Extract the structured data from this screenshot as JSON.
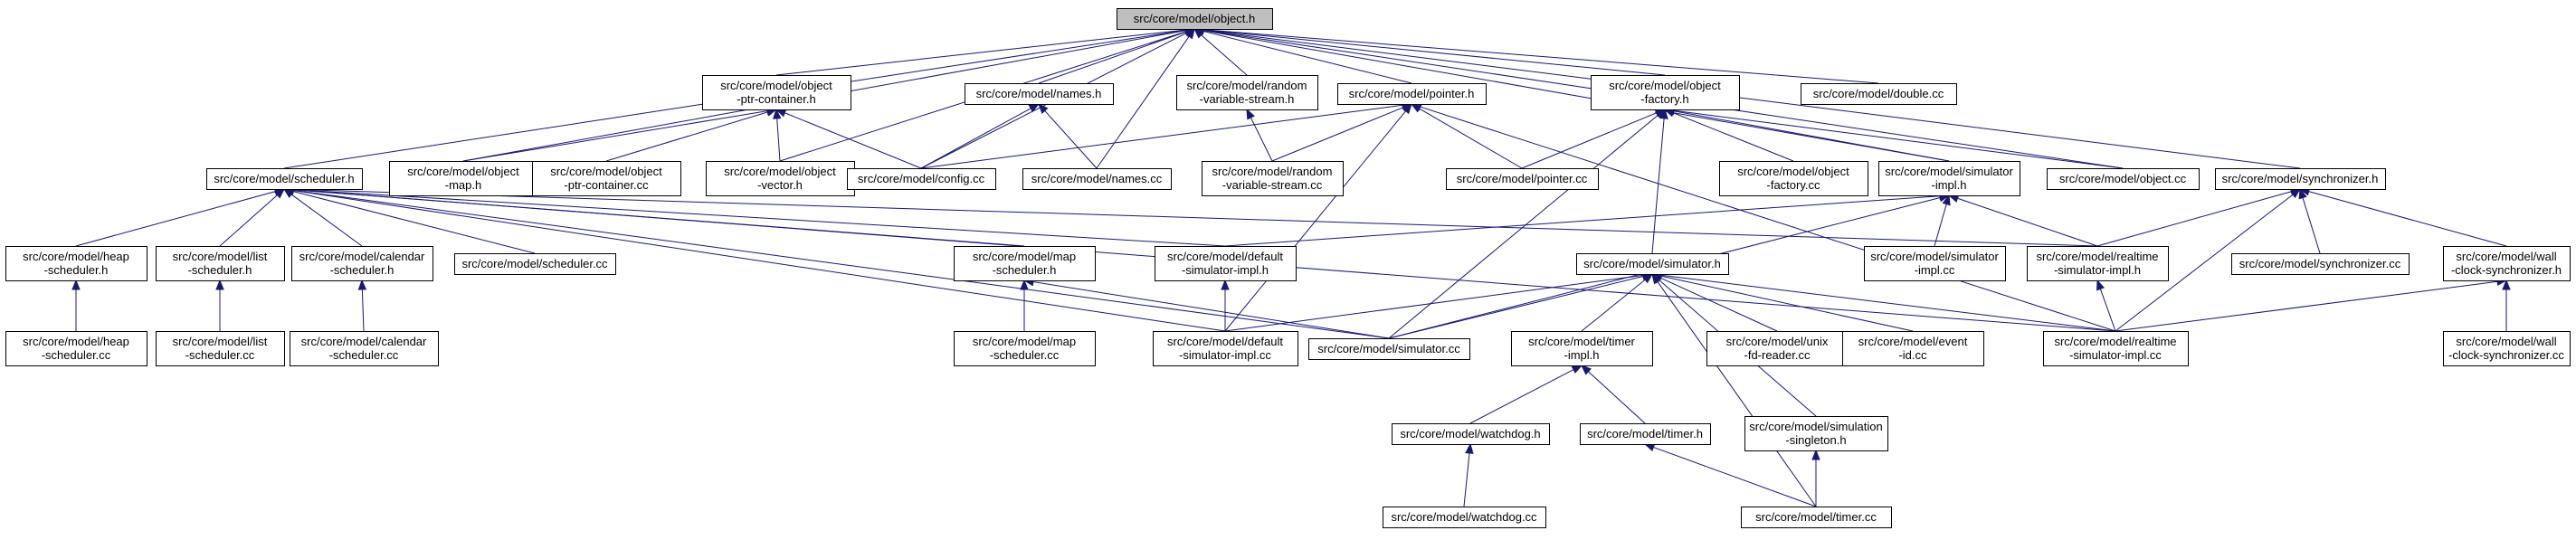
{
  "nodes": [
    {
      "id": "object_h",
      "lines": [
        "src/core/model/object.h"
      ],
      "root": true
    },
    {
      "id": "object_ptr_container_h",
      "lines": [
        "src/core/model/object",
        "-ptr-container.h"
      ]
    },
    {
      "id": "names_h",
      "lines": [
        "src/core/model/names.h"
      ]
    },
    {
      "id": "random_variable_stream_h",
      "lines": [
        "src/core/model/random",
        "-variable-stream.h"
      ]
    },
    {
      "id": "pointer_h",
      "lines": [
        "src/core/model/pointer.h"
      ]
    },
    {
      "id": "object_factory_h",
      "lines": [
        "src/core/model/object",
        "-factory.h"
      ]
    },
    {
      "id": "double_cc",
      "lines": [
        "src/core/model/double.cc"
      ]
    },
    {
      "id": "scheduler_h",
      "lines": [
        "src/core/model/scheduler.h"
      ]
    },
    {
      "id": "object_map_h",
      "lines": [
        "src/core/model/object",
        "-map.h"
      ]
    },
    {
      "id": "object_ptr_container_cc",
      "lines": [
        "src/core/model/object",
        "-ptr-container.cc"
      ]
    },
    {
      "id": "object_vector_h",
      "lines": [
        "src/core/model/object",
        "-vector.h"
      ]
    },
    {
      "id": "config_cc",
      "lines": [
        "src/core/model/config.cc"
      ]
    },
    {
      "id": "names_cc",
      "lines": [
        "src/core/model/names.cc"
      ]
    },
    {
      "id": "random_variable_stream_cc",
      "lines": [
        "src/core/model/random",
        "-variable-stream.cc"
      ]
    },
    {
      "id": "pointer_cc",
      "lines": [
        "src/core/model/pointer.cc"
      ]
    },
    {
      "id": "object_factory_cc",
      "lines": [
        "src/core/model/object",
        "-factory.cc"
      ]
    },
    {
      "id": "simulator_impl_h",
      "lines": [
        "src/core/model/simulator",
        "-impl.h"
      ]
    },
    {
      "id": "object_cc",
      "lines": [
        "src/core/model/object.cc"
      ]
    },
    {
      "id": "synchronizer_h",
      "lines": [
        "src/core/model/synchronizer.h"
      ]
    },
    {
      "id": "heap_scheduler_h",
      "lines": [
        "src/core/model/heap",
        "-scheduler.h"
      ]
    },
    {
      "id": "list_scheduler_h",
      "lines": [
        "src/core/model/list",
        "-scheduler.h"
      ]
    },
    {
      "id": "calendar_scheduler_h",
      "lines": [
        "src/core/model/calendar",
        "-scheduler.h"
      ]
    },
    {
      "id": "scheduler_cc",
      "lines": [
        "src/core/model/scheduler.cc"
      ]
    },
    {
      "id": "map_scheduler_h",
      "lines": [
        "src/core/model/map",
        "-scheduler.h"
      ]
    },
    {
      "id": "default_simulator_impl_h",
      "lines": [
        "src/core/model/default",
        "-simulator-impl.h"
      ]
    },
    {
      "id": "simulator_h",
      "lines": [
        "src/core/model/simulator.h"
      ]
    },
    {
      "id": "simulator_impl_cc",
      "lines": [
        "src/core/model/simulator",
        "-impl.cc"
      ]
    },
    {
      "id": "realtime_simulator_impl_h",
      "lines": [
        "src/core/model/realtime",
        "-simulator-impl.h"
      ]
    },
    {
      "id": "synchronizer_cc",
      "lines": [
        "src/core/model/synchronizer.cc"
      ]
    },
    {
      "id": "wall_clock_synchronizer_h",
      "lines": [
        "src/core/model/wall",
        "-clock-synchronizer.h"
      ]
    },
    {
      "id": "heap_scheduler_cc",
      "lines": [
        "src/core/model/heap",
        "-scheduler.cc"
      ]
    },
    {
      "id": "list_scheduler_cc",
      "lines": [
        "src/core/model/list",
        "-scheduler.cc"
      ]
    },
    {
      "id": "calendar_scheduler_cc",
      "lines": [
        "src/core/model/calendar",
        "-scheduler.cc"
      ]
    },
    {
      "id": "map_scheduler_cc",
      "lines": [
        "src/core/model/map",
        "-scheduler.cc"
      ]
    },
    {
      "id": "default_simulator_impl_cc",
      "lines": [
        "src/core/model/default",
        "-simulator-impl.cc"
      ]
    },
    {
      "id": "simulator_cc",
      "lines": [
        "src/core/model/simulator.cc"
      ]
    },
    {
      "id": "timer_impl_h",
      "lines": [
        "src/core/model/timer",
        "-impl.h"
      ]
    },
    {
      "id": "unix_fd_reader_cc",
      "lines": [
        "src/core/model/unix",
        "-fd-reader.cc"
      ]
    },
    {
      "id": "event_id_cc",
      "lines": [
        "src/core/model/event",
        "-id.cc"
      ]
    },
    {
      "id": "realtime_simulator_impl_cc",
      "lines": [
        "src/core/model/realtime",
        "-simulator-impl.cc"
      ]
    },
    {
      "id": "wall_clock_synchronizer_cc",
      "lines": [
        "src/core/model/wall",
        "-clock-synchronizer.cc"
      ]
    },
    {
      "id": "watchdog_h",
      "lines": [
        "src/core/model/watchdog.h"
      ]
    },
    {
      "id": "timer_h",
      "lines": [
        "src/core/model/timer.h"
      ]
    },
    {
      "id": "simulation_singleton_h",
      "lines": [
        "src/core/model/simulation",
        "-singleton.h"
      ]
    },
    {
      "id": "watchdog_cc",
      "lines": [
        "src/core/model/watchdog.cc"
      ]
    },
    {
      "id": "timer_cc",
      "lines": [
        "src/core/model/timer.cc"
      ]
    }
  ],
  "edges": [
    [
      "object_h",
      "object_ptr_container_h"
    ],
    [
      "object_h",
      "names_h"
    ],
    [
      "object_h",
      "random_variable_stream_h"
    ],
    [
      "object_h",
      "pointer_h"
    ],
    [
      "object_h",
      "object_factory_h"
    ],
    [
      "object_h",
      "double_cc"
    ],
    [
      "object_h",
      "scheduler_h"
    ],
    [
      "object_h",
      "object_map_h"
    ],
    [
      "object_h",
      "object_vector_h"
    ],
    [
      "object_h",
      "config_cc"
    ],
    [
      "object_h",
      "names_cc"
    ],
    [
      "object_h",
      "simulator_impl_h"
    ],
    [
      "object_h",
      "object_cc"
    ],
    [
      "object_h",
      "synchronizer_h"
    ],
    [
      "object_ptr_container_h",
      "object_map_h"
    ],
    [
      "object_ptr_container_h",
      "object_ptr_container_cc"
    ],
    [
      "object_ptr_container_h",
      "object_vector_h"
    ],
    [
      "object_ptr_container_h",
      "config_cc"
    ],
    [
      "names_h",
      "config_cc"
    ],
    [
      "names_h",
      "names_cc"
    ],
    [
      "random_variable_stream_h",
      "random_variable_stream_cc"
    ],
    [
      "pointer_h",
      "config_cc"
    ],
    [
      "pointer_h",
      "random_variable_stream_cc"
    ],
    [
      "pointer_h",
      "pointer_cc"
    ],
    [
      "pointer_h",
      "default_simulator_impl_cc"
    ],
    [
      "pointer_h",
      "realtime_simulator_impl_cc"
    ],
    [
      "object_factory_h",
      "pointer_cc"
    ],
    [
      "object_factory_h",
      "object_factory_cc"
    ],
    [
      "object_factory_h",
      "simulator_impl_h"
    ],
    [
      "object_factory_h",
      "object_cc"
    ],
    [
      "object_factory_h",
      "simulator_h"
    ],
    [
      "object_factory_h",
      "simulator_cc"
    ],
    [
      "scheduler_h",
      "heap_scheduler_h"
    ],
    [
      "scheduler_h",
      "list_scheduler_h"
    ],
    [
      "scheduler_h",
      "calendar_scheduler_h"
    ],
    [
      "scheduler_h",
      "scheduler_cc"
    ],
    [
      "scheduler_h",
      "map_scheduler_h"
    ],
    [
      "scheduler_h",
      "default_simulator_impl_h"
    ],
    [
      "scheduler_h",
      "default_simulator_impl_cc"
    ],
    [
      "scheduler_h",
      "simulator_cc"
    ],
    [
      "scheduler_h",
      "realtime_simulator_impl_h"
    ],
    [
      "scheduler_h",
      "realtime_simulator_impl_cc"
    ],
    [
      "simulator_impl_h",
      "default_simulator_impl_h"
    ],
    [
      "simulator_impl_h",
      "simulator_impl_cc"
    ],
    [
      "simulator_impl_h",
      "realtime_simulator_impl_h"
    ],
    [
      "simulator_impl_h",
      "simulator_cc"
    ],
    [
      "synchronizer_h",
      "realtime_simulator_impl_h"
    ],
    [
      "synchronizer_h",
      "synchronizer_cc"
    ],
    [
      "synchronizer_h",
      "wall_clock_synchronizer_h"
    ],
    [
      "synchronizer_h",
      "realtime_simulator_impl_cc"
    ],
    [
      "heap_scheduler_h",
      "heap_scheduler_cc"
    ],
    [
      "list_scheduler_h",
      "list_scheduler_cc"
    ],
    [
      "calendar_scheduler_h",
      "calendar_scheduler_cc"
    ],
    [
      "map_scheduler_h",
      "map_scheduler_cc"
    ],
    [
      "map_scheduler_h",
      "simulator_cc"
    ],
    [
      "default_simulator_impl_h",
      "default_simulator_impl_cc"
    ],
    [
      "realtime_simulator_impl_h",
      "realtime_simulator_impl_cc"
    ],
    [
      "wall_clock_synchronizer_h",
      "wall_clock_synchronizer_cc"
    ],
    [
      "wall_clock_synchronizer_h",
      "realtime_simulator_impl_cc"
    ],
    [
      "simulator_h",
      "default_simulator_impl_cc"
    ],
    [
      "simulator_h",
      "simulator_cc"
    ],
    [
      "simulator_h",
      "timer_impl_h"
    ],
    [
      "simulator_h",
      "unix_fd_reader_cc"
    ],
    [
      "simulator_h",
      "event_id_cc"
    ],
    [
      "simulator_h",
      "realtime_simulator_impl_cc"
    ],
    [
      "simulator_h",
      "simulation_singleton_h"
    ],
    [
      "simulator_h",
      "timer_cc"
    ],
    [
      "timer_impl_h",
      "watchdog_h"
    ],
    [
      "timer_impl_h",
      "timer_h"
    ],
    [
      "watchdog_h",
      "watchdog_cc"
    ],
    [
      "timer_h",
      "timer_cc"
    ],
    [
      "simulation_singleton_h",
      "timer_cc"
    ]
  ]
}
